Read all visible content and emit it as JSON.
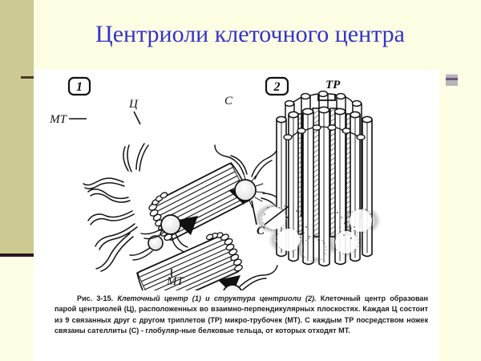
{
  "slide": {
    "title": "Центриоли клеточного центра",
    "title_color": "#3333CC",
    "background_color": "#FDFDE3",
    "panel_color": "#FFFFFF",
    "band_color": "#CCCA92",
    "band_rule_color": "#2E1126"
  },
  "figure": {
    "panel_1": {
      "number": "1",
      "labels": {
        "mt_top": "MT",
        "ts": "Ц",
        "c": "C",
        "mt_bottom": "MT"
      }
    },
    "panel_2": {
      "number": "2",
      "labels": {
        "tp": "TP",
        "c": "C"
      }
    }
  },
  "caption": {
    "fig_number": "Рис. 3-15.",
    "fig_title": "Клеточный центр (1) и структура центриоли (2).",
    "body": "Клеточный центр образован парой центриолей (Ц), расположенных во взаимно-перпендикулярных плоскостях. Каждая Ц состоит из 9 связанных друг с другом триплетов (ТР) микро-трубочек (МТ). С каждым ТР посредством ножек связаны сателлиты (С) - глобуляр-ные белковые тельца, от которых отходят МТ."
  },
  "marker": {
    "name": "slide-position-marker",
    "color": "#B9B4BA",
    "bar_color": "#6B5B74"
  }
}
